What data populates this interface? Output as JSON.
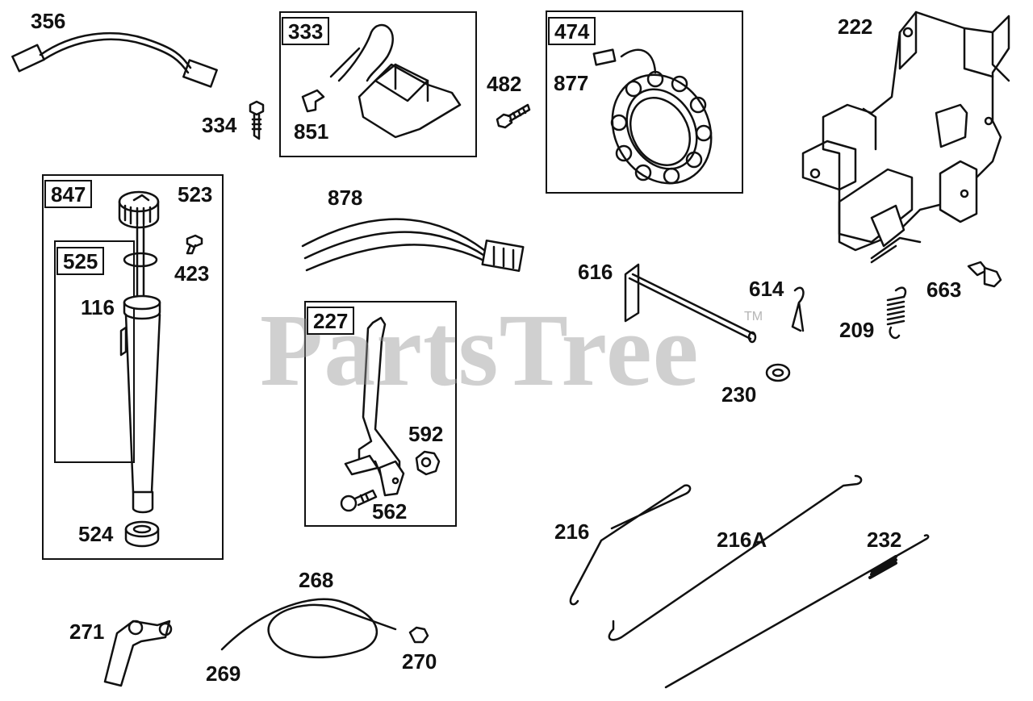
{
  "watermark": {
    "text": "PartsTree",
    "tm": "TM"
  },
  "kits": [
    {
      "id": "333"
    },
    {
      "id": "474"
    },
    {
      "id": "847"
    },
    {
      "id": "525"
    },
    {
      "id": "227"
    }
  ],
  "parts": [
    {
      "id": "356"
    },
    {
      "id": "334"
    },
    {
      "id": "851"
    },
    {
      "id": "482"
    },
    {
      "id": "877"
    },
    {
      "id": "222"
    },
    {
      "id": "523"
    },
    {
      "id": "423"
    },
    {
      "id": "116"
    },
    {
      "id": "524"
    },
    {
      "id": "878"
    },
    {
      "id": "616"
    },
    {
      "id": "614"
    },
    {
      "id": "663"
    },
    {
      "id": "209"
    },
    {
      "id": "230"
    },
    {
      "id": "592"
    },
    {
      "id": "562"
    },
    {
      "id": "216"
    },
    {
      "id": "216A"
    },
    {
      "id": "232"
    },
    {
      "id": "268"
    },
    {
      "id": "271"
    },
    {
      "id": "269"
    },
    {
      "id": "270"
    }
  ]
}
